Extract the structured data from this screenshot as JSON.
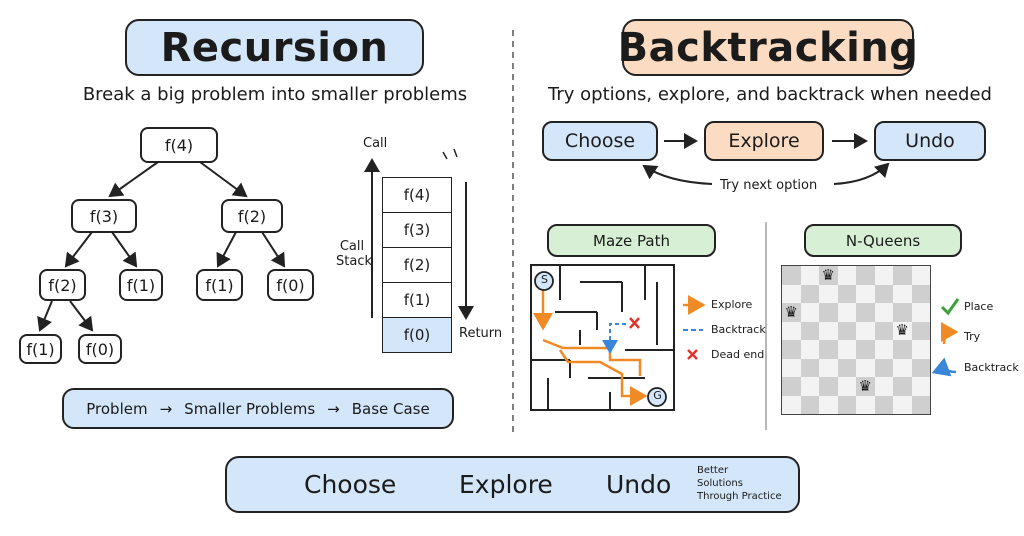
{
  "left": {
    "title": "Recursion",
    "subtitle": "Break a big problem into smaller problems",
    "tree": {
      "root": "f(4)",
      "l1_left": "f(3)",
      "l1_right": "f(2)",
      "l2_a": "f(2)",
      "l2_b": "f(1)",
      "l2_c": "f(1)",
      "l2_d": "f(0)",
      "l3_a": "f(1)",
      "l3_b": "f(0)"
    },
    "call_label": "Call",
    "call_stack_label_1": "Call",
    "call_stack_label_2": "Stack",
    "return_label": "Return",
    "stack": [
      "f(4)",
      "f(3)",
      "f(2)",
      "f(1)",
      "f(0)"
    ],
    "flow": {
      "a": "Problem",
      "b": "Smaller Problems",
      "c": "Base Case"
    }
  },
  "right": {
    "title": "Backtracking",
    "subtitle": "Try options, explore, and backtrack when needed",
    "cycle": {
      "choose": "Choose",
      "explore": "Explore",
      "undo": "Undo",
      "next": "Try next option"
    },
    "maze": {
      "title": "Maze Path",
      "start": "S",
      "goal": "G",
      "legend_explore": "Explore",
      "legend_backtrack": "Backtrack",
      "legend_dead": "Dead end",
      "colors": {
        "explore": "#f08a24",
        "backtrack": "#3a86d8",
        "dead": "#e0342b"
      }
    },
    "queens": {
      "title": "N-Queens",
      "legend_place": "Place",
      "legend_try": "Try",
      "legend_backtrack": "Backtrack",
      "queen_glyph": "♛"
    }
  },
  "bottom": {
    "choose": "Choose",
    "explore": "Explore",
    "undo": "Undo",
    "note_1": "Better",
    "note_2": "Solutions",
    "note_3": "Through Practice"
  }
}
